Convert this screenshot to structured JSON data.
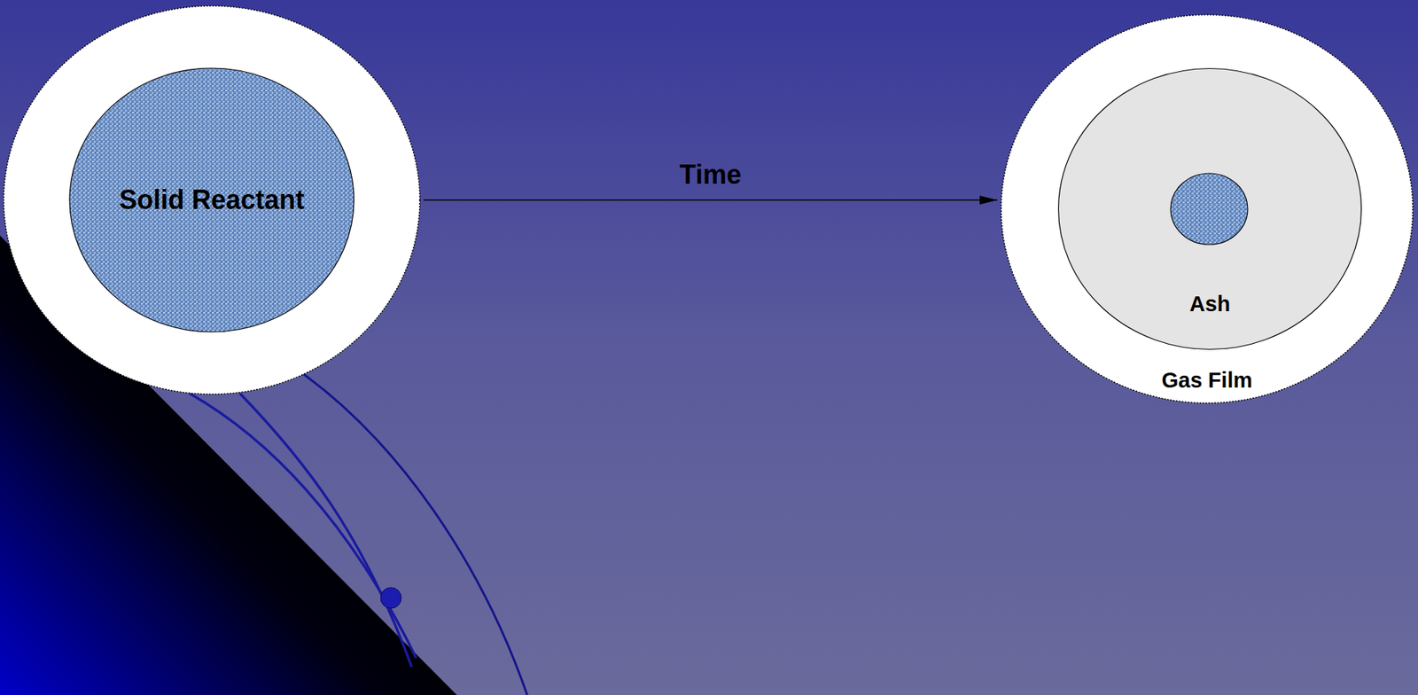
{
  "diagram": {
    "nodes": [
      {
        "text": [
          "Solid Reactant"
        ]
      },
      {
        "text": [
          "Gas Film"
        ]
      },
      {
        "text": [
          "Ash"
        ],
        "in": 1
      }
    ],
    "edges": [
      {
        "from": 0,
        "to": 1,
        "arrow": "to",
        "label": "Time"
      }
    ]
  }
}
